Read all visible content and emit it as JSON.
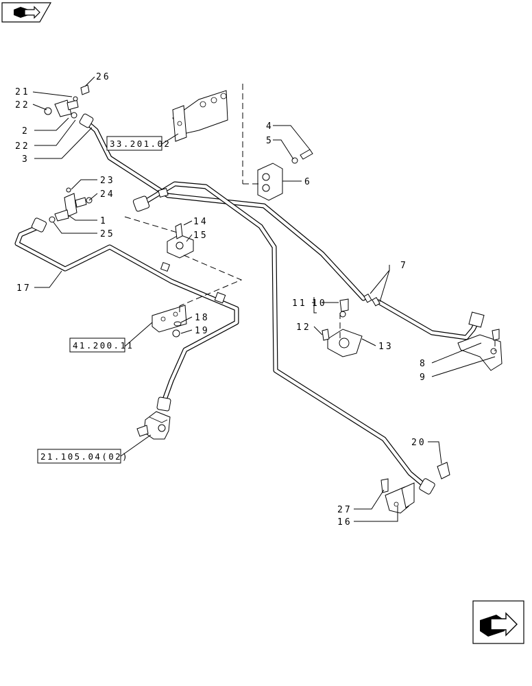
{
  "references": {
    "ref_a": "33.201.02",
    "ref_b": "41.200.11",
    "ref_c": "21.105.04(02)"
  },
  "callouts": {
    "c1": "1",
    "c2": "2",
    "c3": "3",
    "c4": "4",
    "c5": "5",
    "c6": "6",
    "c7": "7",
    "c8": "8",
    "c9": "9",
    "c10": "10",
    "c11": "11",
    "c12": "12",
    "c13": "13",
    "c14": "14",
    "c15": "15",
    "c16": "16",
    "c17": "17",
    "c18": "18",
    "c19": "19",
    "c20": "20",
    "c21": "21",
    "c22a": "22",
    "c22b": "22",
    "c23": "23",
    "c24": "24",
    "c25": "25",
    "c26": "26",
    "c27": "27"
  },
  "icons": {
    "top_left": "book-arrow-icon",
    "bottom_right": "next-page-arrow-icon"
  }
}
